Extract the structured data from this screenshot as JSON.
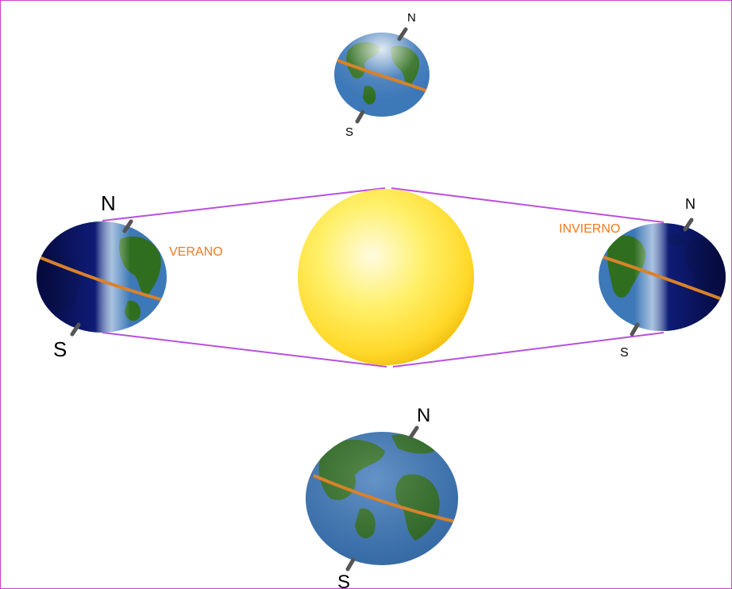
{
  "labels": {
    "north": "N",
    "south": "S",
    "summer": "VERANO",
    "winter": "INVIERNO"
  },
  "colors": {
    "frame": "#d040d0",
    "orbit": "#b94fe0",
    "ocean": "#3d78b8",
    "land": "#2f6e1f",
    "night": "#04063a",
    "equator": "#d9822b",
    "axis": "#555555",
    "sun": "#ffe33d",
    "season_label": "#f07a1e"
  }
}
